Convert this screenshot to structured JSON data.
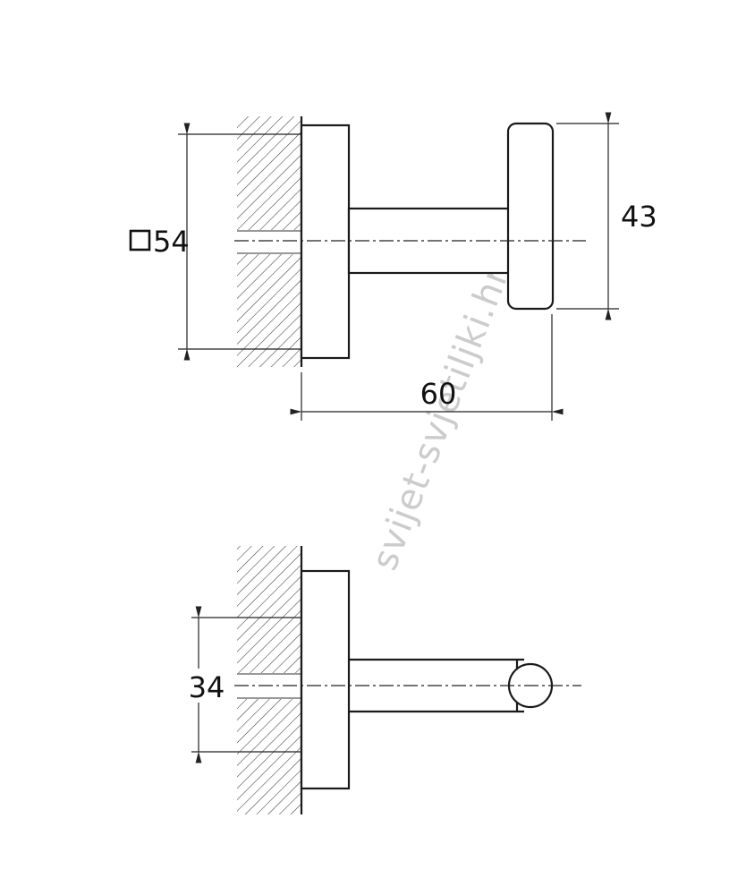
{
  "watermark": {
    "text": "svijet-svjetiljki.hr"
  },
  "drawing": {
    "side_view": {
      "dimensions": {
        "plate_square": "54",
        "end_bar_height": "43",
        "projection": "60"
      }
    },
    "plan_view": {
      "dimensions": {
        "arm_offset": "34"
      }
    }
  },
  "icons": {
    "square-section-symbol": "□"
  },
  "colors": {
    "background": "#ffffff",
    "outline": "#1a1a1a",
    "dimension_line": "#222222",
    "hatch": "#3c3c3c",
    "watermark": "#c4c4c4"
  }
}
